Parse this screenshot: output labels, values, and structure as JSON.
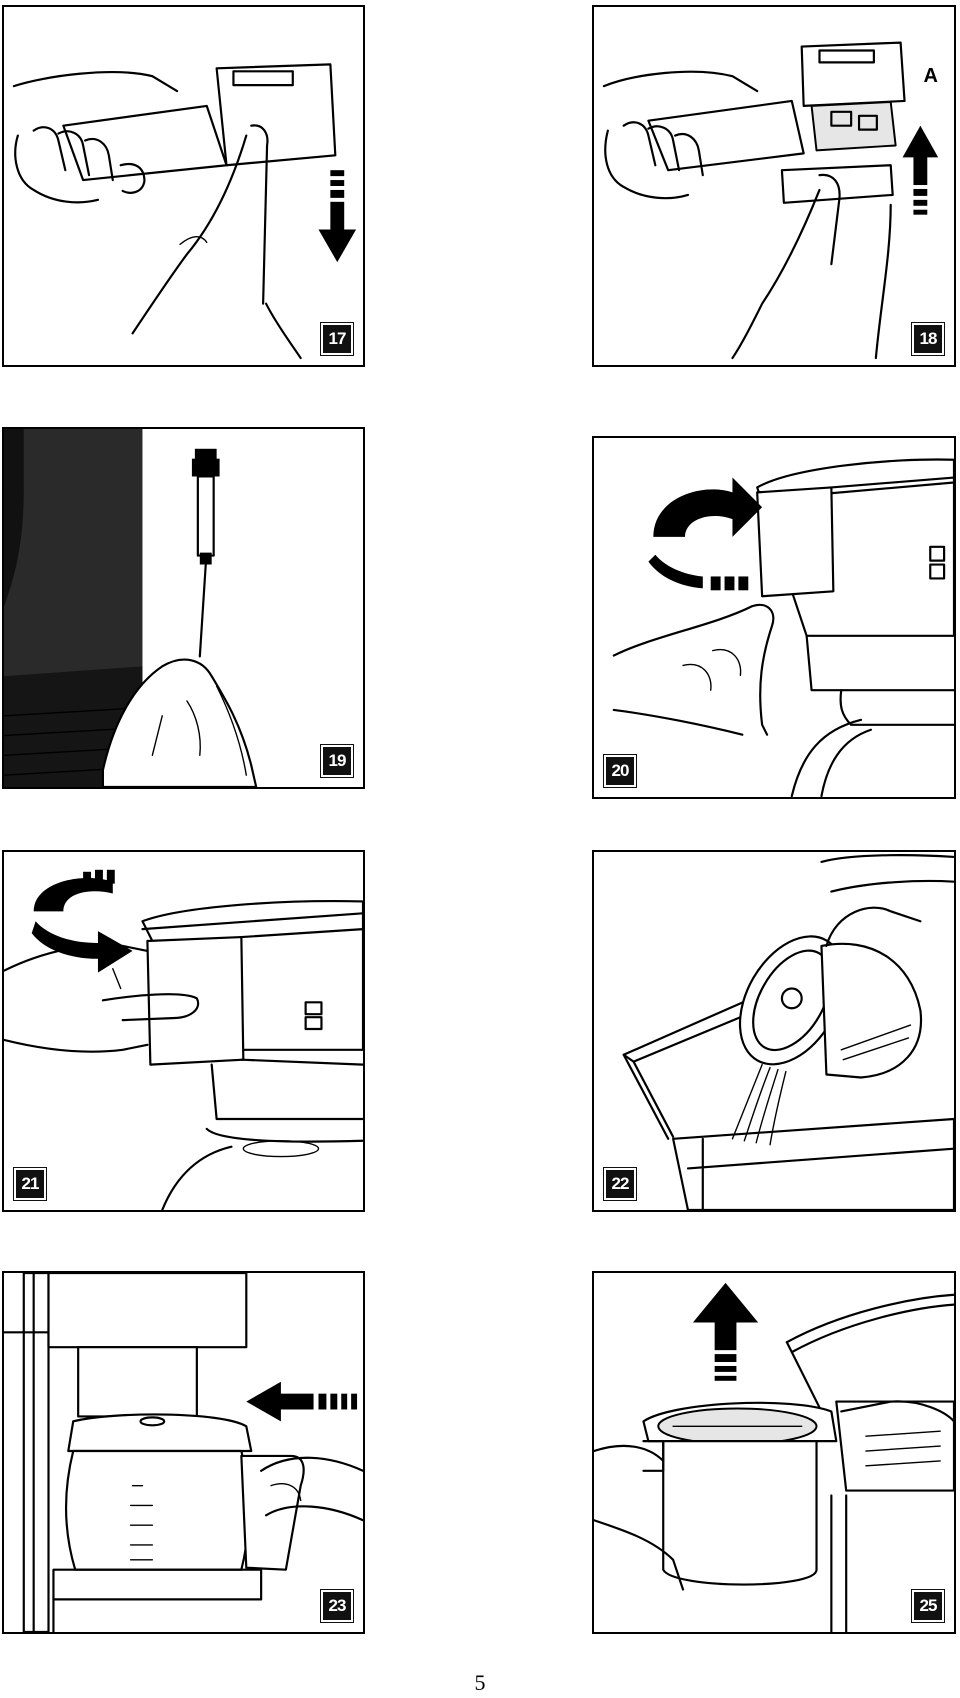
{
  "panels": [
    {
      "label": "17"
    },
    {
      "label": "18",
      "callout": "A"
    },
    {
      "label": "19"
    },
    {
      "label": "20"
    },
    {
      "label": "21"
    },
    {
      "label": "22"
    },
    {
      "label": "23"
    },
    {
      "label": "25"
    }
  ],
  "page": {
    "number": "5"
  }
}
